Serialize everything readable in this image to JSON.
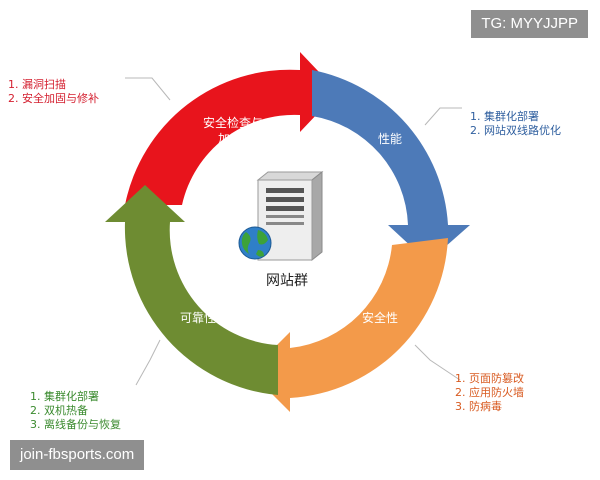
{
  "watermark_top": "TG: MYYJJPP",
  "watermark_bottom": "join-fbsports.com",
  "center_label": "网站群",
  "segments": {
    "security_check": {
      "label_line1": "安全检查与",
      "label_line2": "加固",
      "color": "#e8141c"
    },
    "performance": {
      "label": "性能",
      "color": "#4d7ab8"
    },
    "security": {
      "label": "安全性",
      "color": "#f39a4a"
    },
    "reliability": {
      "label": "可靠性",
      "color": "#6e8c32"
    }
  },
  "lists": {
    "security_check": [
      "1. 漏洞扫描",
      "2. 安全加固与修补"
    ],
    "performance": [
      "1. 集群化部署",
      "2. 网站双线路优化"
    ],
    "security": [
      "1. 页面防篡改",
      "2. 应用防火墙",
      "3. 防病毒"
    ],
    "reliability": [
      "1. 集群化部署",
      "2. 双机热备",
      "3. 离线备份与恢复"
    ]
  }
}
